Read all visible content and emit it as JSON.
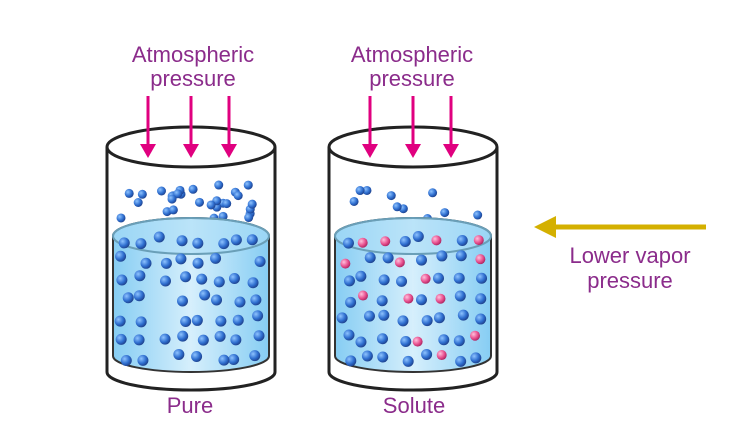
{
  "beakers": [
    {
      "top_label_line1": "Atmospheric",
      "top_label_line2": "pressure",
      "bottom_label": "Pure",
      "vapor_particles": 30,
      "solvent_particles": 52,
      "solute_particles": 0
    },
    {
      "top_label_line1": "Atmospheric",
      "top_label_line2": "pressure",
      "bottom_label": "Solute",
      "vapor_particles": 10,
      "solvent_particles": 42,
      "solute_particles": 14
    }
  ],
  "side_label": {
    "line1": "Lower vapor",
    "line2": "pressure"
  },
  "colors": {
    "text": "#8b2c8b",
    "pressure_arrow": "#e0007f",
    "side_arrow": "#d4b000",
    "solvent": "#2f6fd0",
    "solute": "#e8508f",
    "liquid": "#9fd6f5"
  }
}
